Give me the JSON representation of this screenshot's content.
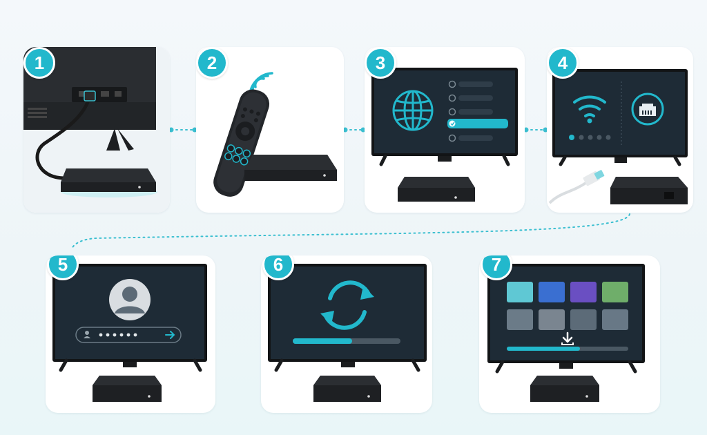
{
  "steps": [
    {
      "number": "1",
      "icon": "hdmi-connection-icon"
    },
    {
      "number": "2",
      "icon": "remote-pairing-icon"
    },
    {
      "number": "3",
      "icon": "language-select-icon"
    },
    {
      "number": "4",
      "icon": "network-setup-icon"
    },
    {
      "number": "5",
      "icon": "account-login-icon"
    },
    {
      "number": "6",
      "icon": "software-update-icon"
    },
    {
      "number": "7",
      "icon": "app-install-icon"
    }
  ],
  "colors": {
    "accent": "#22b8cc",
    "screen": "#1e2b36",
    "device": "#1c1e21",
    "app_tiles": [
      "#5fc8d4",
      "#3a6fd1",
      "#6a4fc2",
      "#6fae6a",
      "#6b7b88",
      "#7a8590",
      "#5c6b78",
      "#687886"
    ]
  },
  "progress": {
    "update_fraction": 0.55,
    "install_fraction": 0.6,
    "wifi_step_active": 1,
    "wifi_step_total": 5
  }
}
